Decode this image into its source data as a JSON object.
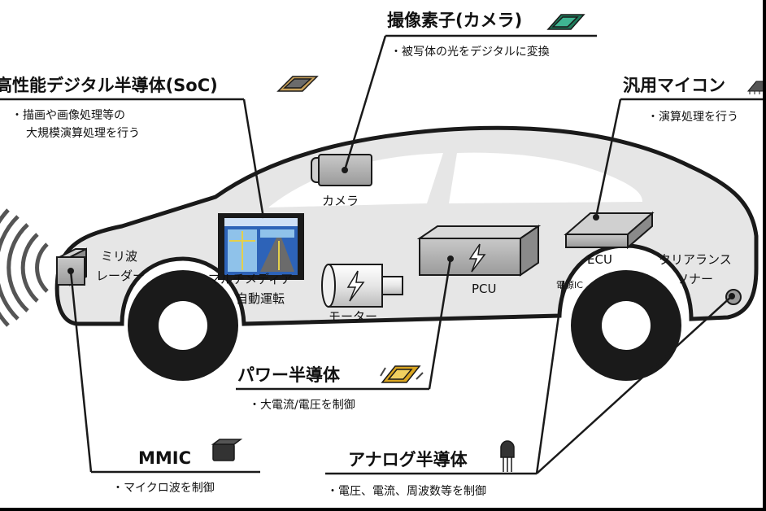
{
  "soc": {
    "title": "高性能デジタル半導体(SoC)",
    "desc_line1": "・描画や画像処理等の",
    "desc_line2": "大規模演算処理を行う"
  },
  "camera_sensor": {
    "title": "撮像素子(カメラ)",
    "desc": "・被写体の光をデジタルに変換"
  },
  "mcu": {
    "title": "汎用マイコン",
    "desc": "・演算処理を行う"
  },
  "power": {
    "title": "パワー半導体",
    "desc": "・大電流/電圧を制御"
  },
  "analog": {
    "title": "アナログ半導体",
    "desc": "・電圧、電流、周波数等を制御"
  },
  "mmic": {
    "title": "MMIC",
    "desc": "・マイクロ波を制御"
  },
  "components": {
    "camera": "カメラ",
    "radar_line1": "ミリ波",
    "radar_line2": "レーダー",
    "multimedia_line1": "マルチメディア",
    "multimedia_line2": "自動運転",
    "motor": "モーター",
    "pcu": "PCU",
    "ecu": "ECU",
    "power_ic": "電源IC",
    "sonar_line1": "クリアランス",
    "sonar_line2": "ソナー"
  },
  "icons": [
    "chip-icon",
    "camera-sensor-icon",
    "mcu-chip-icon",
    "power-chip-icon",
    "transistor-icon",
    "mmic-chip-icon",
    "lightning-icon",
    "radar-wave-icon"
  ],
  "colors": {
    "car_body": "#e6e6e6",
    "outline": "#1a1a1a",
    "box_fill": "#b5b5b5",
    "screen_blue": "#2d63b8",
    "chip_gold": "#d9a520"
  }
}
